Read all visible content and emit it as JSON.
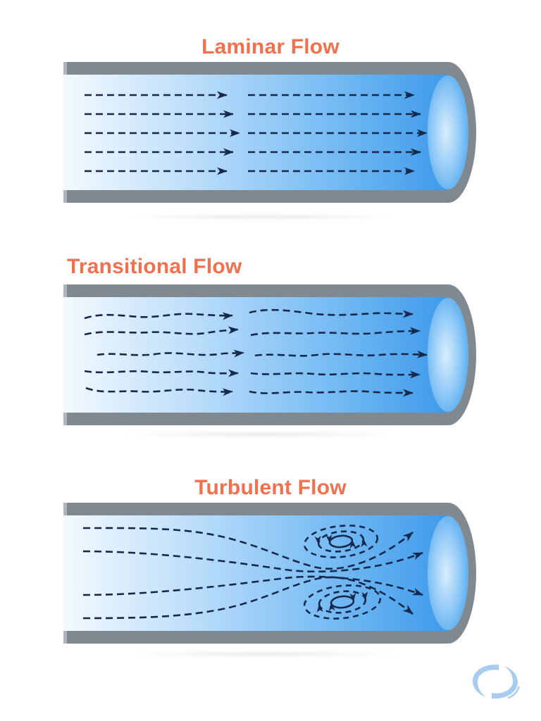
{
  "diagram": {
    "background": "#FFFFFF",
    "subject": "pipe flow regimes"
  },
  "sections": [
    {
      "title": "Laminar Flow",
      "flow_type": "laminar",
      "streamlines": 5,
      "title_align": "center"
    },
    {
      "title": "Transitional Flow",
      "flow_type": "transitional",
      "streamlines": 5,
      "title_align": "left"
    },
    {
      "title": "Turbulent Flow",
      "flow_type": "turbulent",
      "streamlines": 4,
      "vortices": 2,
      "title_align": "center"
    }
  ],
  "colors": {
    "bg": "#FFFFFF",
    "accent": "#F1704E",
    "navy": "#16294D",
    "wall": "#808890",
    "wall-edge": "#AEB5BB",
    "pipe-light": "#F3F9FE",
    "pipe-mid1": "#C3E1FA",
    "pipe-mid2": "#7FC0F5",
    "pipe-deep": "#3D9AEA",
    "cap-center": "#D9EEFC",
    "cap-mid": "#8EC8F7",
    "cap-edge": "#47A2EC",
    "logo-blue": "#A9CCF1"
  },
  "logo": {
    "name": "swirl-logo"
  }
}
